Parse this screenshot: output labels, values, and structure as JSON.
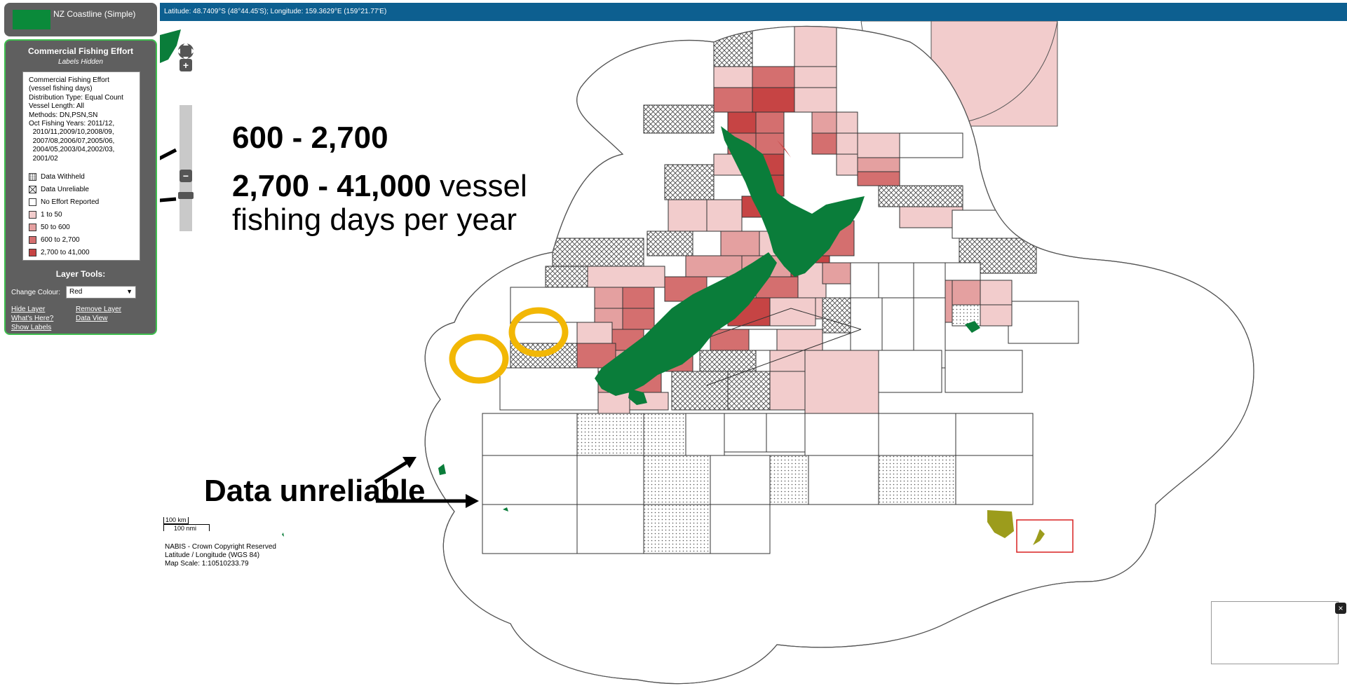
{
  "layer": {
    "name": "NZ Coastline (Simple)",
    "swatch_color": "#0a8a3a"
  },
  "panel": {
    "title": "Commercial Fishing Effort",
    "subtitle": "Labels Hidden",
    "description": "Commercial Fishing Effort\n(vessel fishing days)\nDistribution Type: Equal Count\nVessel Length: All\nMethods: DN,PSN,SN\nOct Fishing Years: 2011/12,\n  2010/11,2009/10,2008/09,\n  2007/08,2006/07,2005/06,\n  2004/05,2003/04,2002/03,\n  2001/02",
    "legend": [
      {
        "label": "Data Withheld",
        "color": "#ffffff",
        "pattern": "dots"
      },
      {
        "label": "Data Unreliable",
        "color": "#ffffff",
        "pattern": "cross"
      },
      {
        "label": "No Effort Reported",
        "color": "#ffffff",
        "pattern": "none"
      },
      {
        "label": "1 to 50",
        "color": "#f2cccc",
        "pattern": "none"
      },
      {
        "label": "50 to 600",
        "color": "#e4a0a0",
        "pattern": "none"
      },
      {
        "label": "600 to 2,700",
        "color": "#d46f6f",
        "pattern": "none"
      },
      {
        "label": "2,700 to 41,000",
        "color": "#c64444",
        "pattern": "none"
      }
    ],
    "tools_title": "Layer Tools:",
    "change_colour_label": "Change Colour:",
    "colour_value": "Red",
    "links": {
      "hide_layer": "Hide Layer",
      "remove_layer": "Remove Layer",
      "whats_here": "What's Here?",
      "data_view": "Data View",
      "show_labels": "Show Labels"
    }
  },
  "map": {
    "coords_text": "Latitude: 48.7409°S (48°44.45'S); Longitude: 159.3629°E (159°21.77'E)",
    "zoom_in": "+",
    "zoom_out": "−",
    "scale_km": "100 km",
    "scale_nmi": "100 nmi",
    "footer": [
      "NABIS - Crown Copyright Reserved",
      "Latitude / Longitude (WGS 84)",
      "Map Scale: 1:10510233.79"
    ],
    "close": "×",
    "land_color": "#0a7d3a",
    "highlight_color": "#f2b705"
  },
  "annotations": {
    "range_mid": "600 - 2,700",
    "range_high_bold": "2,700 - 41,000",
    "range_high_rest": " vessel",
    "range_high_line2": "fishing days per year",
    "data_unreliable": "Data unreliable"
  }
}
